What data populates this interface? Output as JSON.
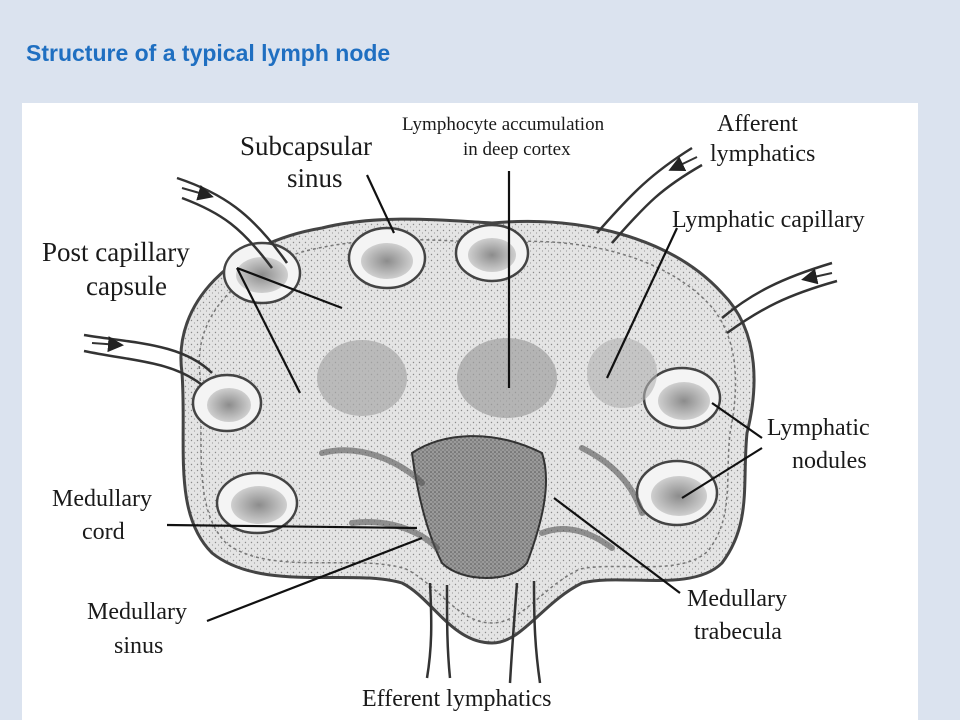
{
  "title": "Structure of a typical lymph node",
  "labels": {
    "subcapsular_sinus_l1": "Subcapsular",
    "subcapsular_sinus_l2": "sinus",
    "lymphocyte_l1": "Lymphocyte accumulation",
    "lymphocyte_l2": "in deep cortex",
    "afferent_l1": "Afferent",
    "afferent_l2": "lymphatics",
    "lymphatic_capillary": "Lymphatic capillary",
    "post_capillary_l1": "Post capillary",
    "post_capillary_l2": "capsule",
    "lymphatic_nodules_l1": "Lymphatic",
    "lymphatic_nodules_l2": "nodules",
    "medullary_cord_l1": "Medullary",
    "medullary_cord_l2": "cord",
    "medullary_sinus_l1": "Medullary",
    "medullary_sinus_l2": "sinus",
    "medullary_trabecula_l1": "Medullary",
    "medullary_trabecula_l2": "trabecula",
    "efferent": "Efferent lymphatics"
  }
}
